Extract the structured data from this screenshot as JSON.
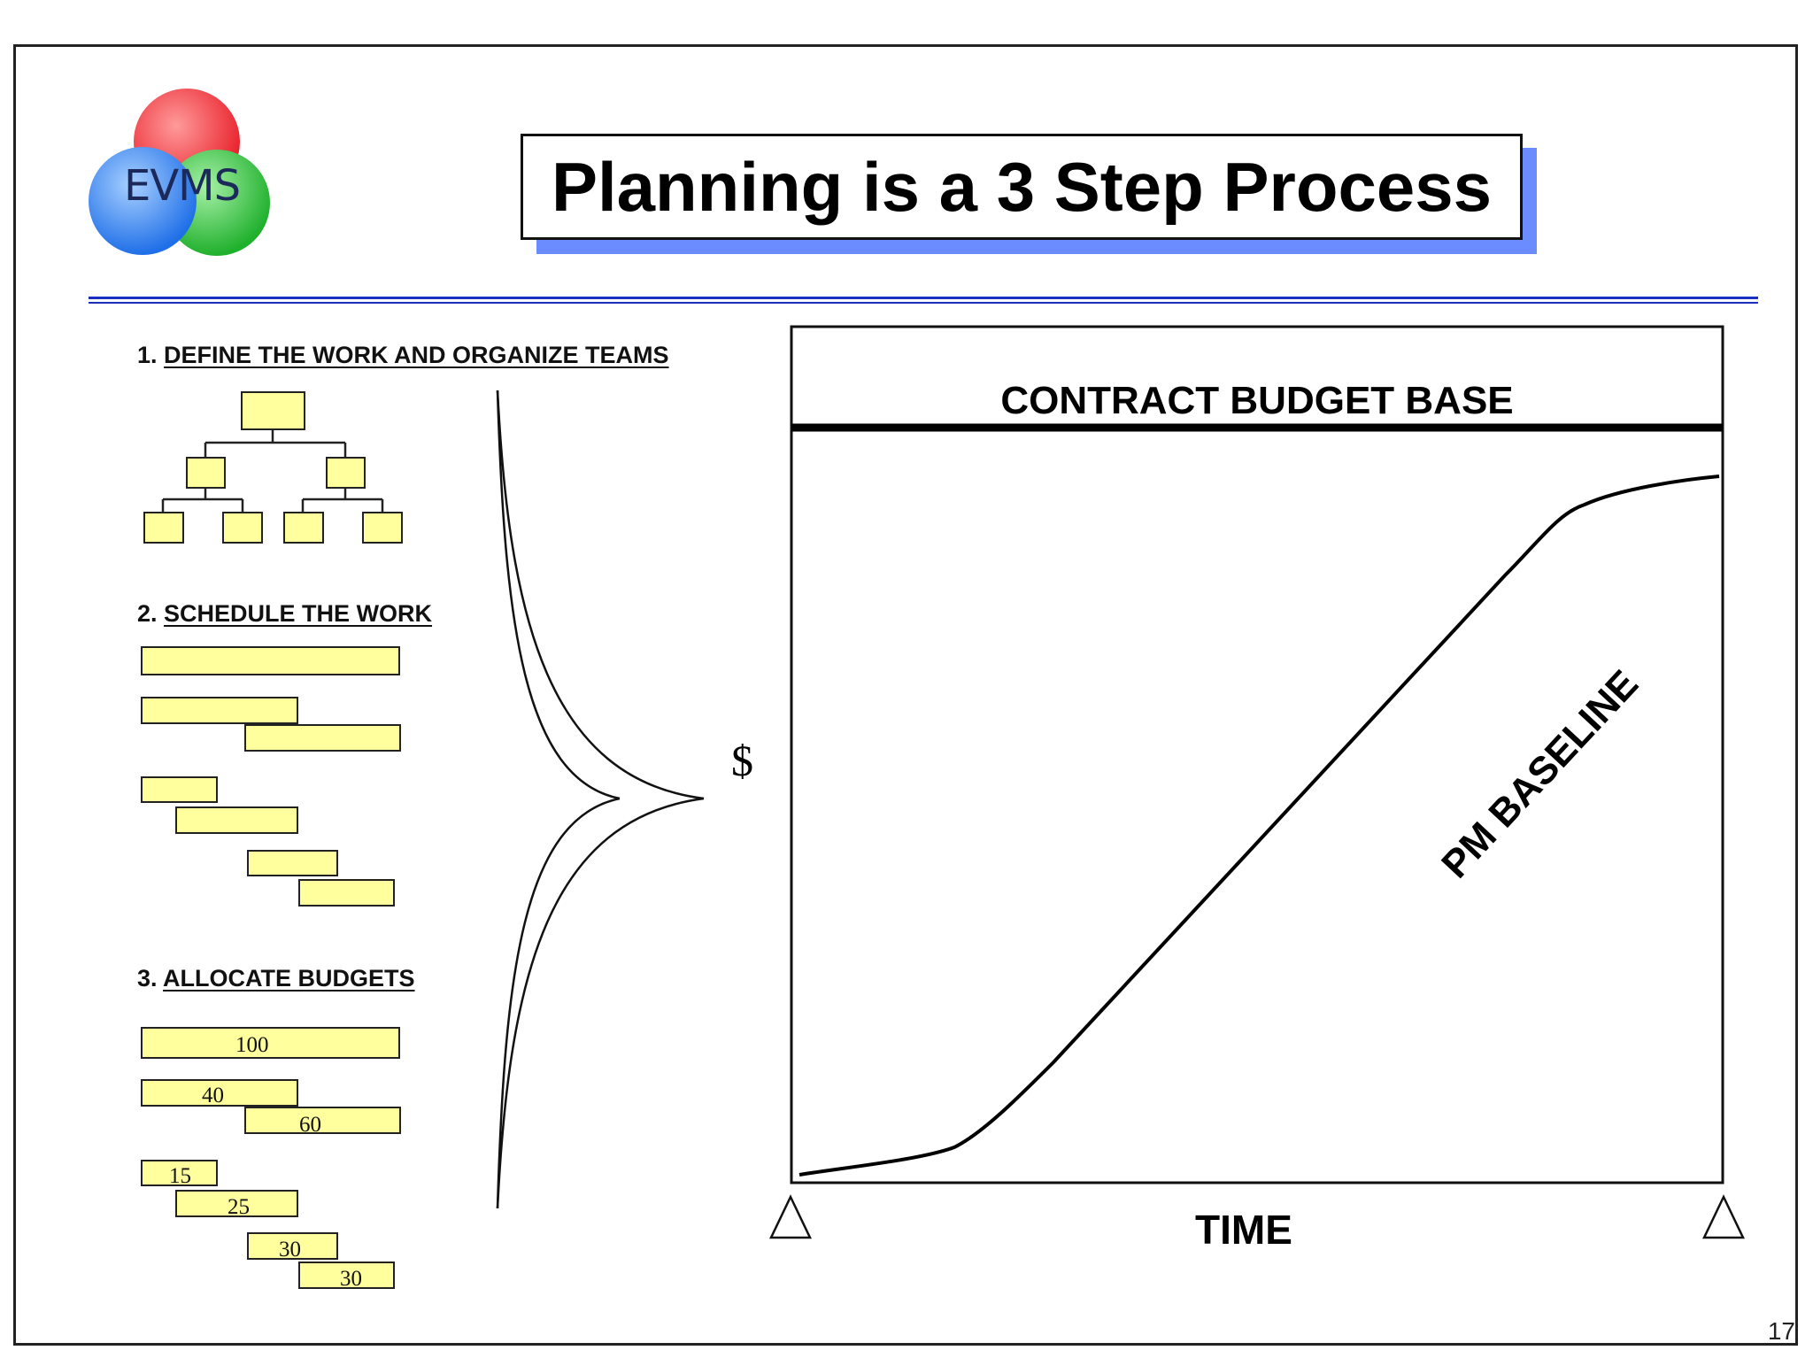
{
  "logo": {
    "text": "EVMS",
    "colors": {
      "red": "#f0343c",
      "green": "#2fbf3a",
      "blue": "#2f7ff0"
    }
  },
  "title": "Planning is a 3 Step Process",
  "steps": [
    {
      "number": "1.",
      "label": "DEFINE THE WORK AND ORGANIZE TEAMS"
    },
    {
      "number": "2.",
      "label": "SCHEDULE THE WORK"
    },
    {
      "number": "3.",
      "label": "ALLOCATE BUDGETS"
    }
  ],
  "budgets": [
    "100",
    "40",
    "60",
    "15",
    "25",
    "30",
    "30"
  ],
  "chart": {
    "heading": "CONTRACT BUDGET BASE",
    "y_symbol": "$",
    "x_label": "TIME",
    "curve_label": "PM BASELINE"
  },
  "page_number": "17",
  "colors": {
    "box_fill": "#ffff9e",
    "rule": "#1a2fbf",
    "title_shadow": "#6b8cff"
  }
}
